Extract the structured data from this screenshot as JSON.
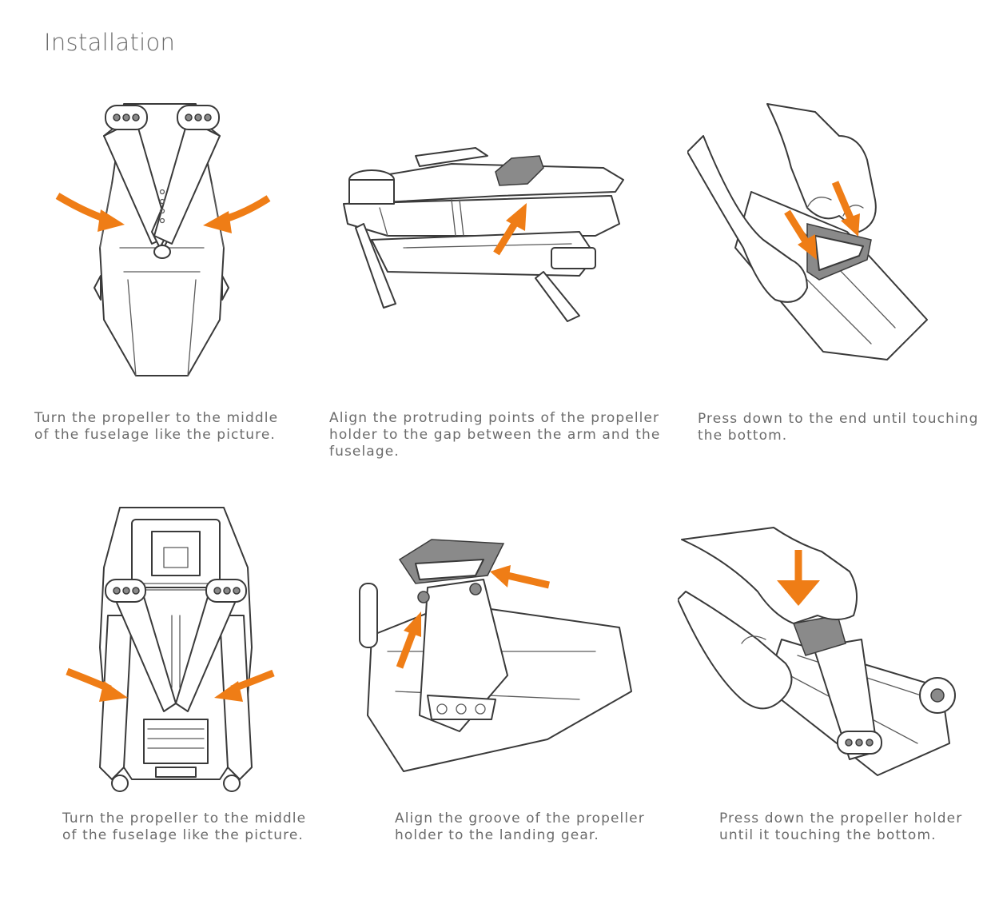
{
  "page": {
    "title": "Installation"
  },
  "steps": [
    {
      "caption": "Turn the propeller to the middle\nof the fuselage like the picture."
    },
    {
      "caption": "Align the protruding points of the propeller\nholder to the gap between the arm and the\nfuselage."
    },
    {
      "caption": "Press down to the end until touching\nthe bottom."
    },
    {
      "caption": "Turn the propeller to the middle\nof the fuselage like the picture."
    },
    {
      "caption": "Align the groove of the propeller\nholder to the landing gear."
    },
    {
      "caption": "Press down the propeller holder\nuntil it touching the bottom."
    }
  ],
  "colors": {
    "accent": "#ef7d16",
    "line": "#3a3a3a",
    "text": "#6b6b6b"
  }
}
